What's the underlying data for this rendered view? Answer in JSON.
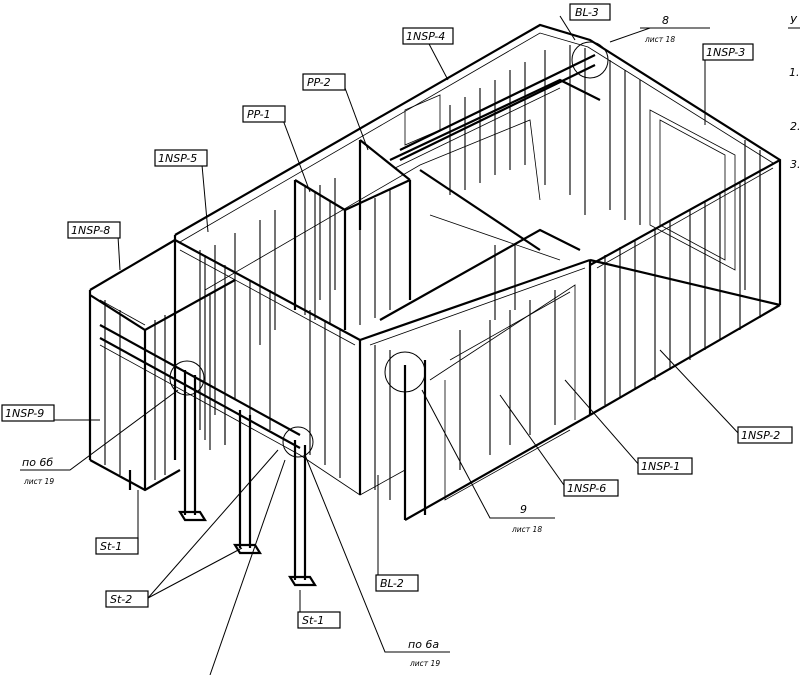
{
  "tags": {
    "bl3": "BL-3",
    "insp4": "1NSP-4",
    "insp3": "1NSP-3",
    "pp2": "PP-2",
    "pp1": "PP-1",
    "insp5": "1NSP-5",
    "insp8": "1NSP-8",
    "insp9": "1NSP-9",
    "insp2": "1NSP-2",
    "insp1": "1NSP-1",
    "insp6": "1NSP-6",
    "st1_left": "St-1",
    "st2": "St-2",
    "bl2": "BL-2",
    "st1_right": "St-1"
  },
  "refs": {
    "r8": {
      "num": "8",
      "sheet": "лист 18"
    },
    "r9": {
      "num": "9",
      "sheet": "лист 18"
    },
    "r6b": {
      "num": "по 6б",
      "sheet": "лист 19"
    },
    "r6a": {
      "num": "по 6а",
      "sheet": "лист 19"
    }
  },
  "notes": {
    "header": "У",
    "n1": "1.",
    "n2": "2.",
    "n3": "3."
  }
}
